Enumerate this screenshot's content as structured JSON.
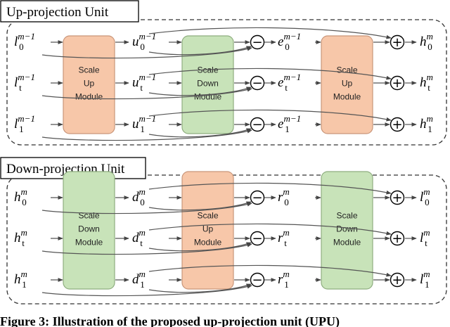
{
  "units": [
    {
      "title": "Up-projection Unit",
      "inputs": [
        {
          "base": "l",
          "sub": "0",
          "sup": "m−1"
        },
        {
          "base": "l",
          "sub": "t",
          "sup": "m−1"
        },
        {
          "base": "l",
          "sub": "1",
          "sup": "m−1"
        }
      ],
      "mid": [
        {
          "base": "u",
          "sub": "0",
          "sup": "m−1"
        },
        {
          "base": "u",
          "sub": "t",
          "sup": "m−1"
        },
        {
          "base": "u",
          "sub": "1",
          "sup": "m−1"
        }
      ],
      "err": [
        {
          "base": "e",
          "sub": "0",
          "sup": "m−1"
        },
        {
          "base": "e",
          "sub": "t",
          "sup": "m−1"
        },
        {
          "base": "e",
          "sub": "1",
          "sup": "m−1"
        }
      ],
      "outputs": [
        {
          "base": "h",
          "sub": "0",
          "sup": "m"
        },
        {
          "base": "h",
          "sub": "t",
          "sup": "m"
        },
        {
          "base": "h",
          "sub": "1",
          "sup": "m"
        }
      ],
      "modules": [
        {
          "lines": [
            "Scale",
            "Up",
            "Module"
          ],
          "color": "#f7c7a9",
          "stroke": "#c9967a"
        },
        {
          "lines": [
            "Scale",
            "Down",
            "Module"
          ],
          "color": "#c8e3b9",
          "stroke": "#8fae80"
        },
        {
          "lines": [
            "Scale",
            "Up",
            "Module"
          ],
          "color": "#f7c7a9",
          "stroke": "#c9967a"
        }
      ]
    },
    {
      "title": "Down-projection Unit",
      "inputs": [
        {
          "base": "h",
          "sub": "0",
          "sup": "m"
        },
        {
          "base": "h",
          "sub": "t",
          "sup": "m"
        },
        {
          "base": "h",
          "sub": "1",
          "sup": "m"
        }
      ],
      "mid": [
        {
          "base": "d",
          "sub": "0",
          "sup": "m"
        },
        {
          "base": "d",
          "sub": "t",
          "sup": "m"
        },
        {
          "base": "d",
          "sub": "1",
          "sup": "m"
        }
      ],
      "err": [
        {
          "base": "r",
          "sub": "0",
          "sup": "m"
        },
        {
          "base": "r",
          "sub": "t",
          "sup": "m"
        },
        {
          "base": "r",
          "sub": "1",
          "sup": "m"
        }
      ],
      "outputs": [
        {
          "base": "l",
          "sub": "0",
          "sup": "m"
        },
        {
          "base": "l",
          "sub": "t",
          "sup": "m"
        },
        {
          "base": "l",
          "sub": "1",
          "sup": "m"
        }
      ],
      "modules": [
        {
          "lines": [
            "Scale",
            "Down",
            "Module"
          ],
          "color": "#c8e3b9",
          "stroke": "#8fae80"
        },
        {
          "lines": [
            "Scale",
            "Up",
            "Module"
          ],
          "color": "#f7c7a9",
          "stroke": "#c9967a"
        },
        {
          "lines": [
            "Scale",
            "Down",
            "Module"
          ],
          "color": "#c8e3b9",
          "stroke": "#8fae80"
        }
      ]
    }
  ],
  "operators": {
    "minus": "−",
    "plus": "+"
  },
  "caption_fragment": "Figure 3: Illustration of the proposed up-projection unit (UPU)"
}
